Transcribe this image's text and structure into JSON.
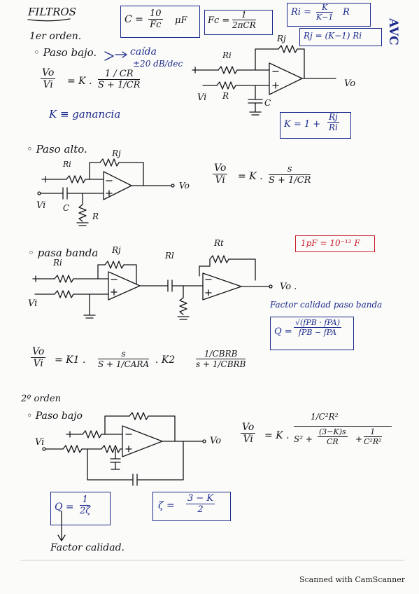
{
  "title": "FILTROS",
  "top_formulas": {
    "c": "C =",
    "c_num": "10",
    "c_den": "Fc",
    "c_unit": "μF",
    "fc": "Fc =",
    "fc_num": "1",
    "fc_den": "2πCR",
    "ri": "Ri =",
    "ri_num": "K",
    "ri_den": "K−1",
    "ri_tail": "R",
    "rj": "Rj = (K−1) Ri",
    "avc": "AVC"
  },
  "first_order": {
    "heading": "1er orden.",
    "lowpass": {
      "label": "◦ Paso bajo.",
      "note_line1": "caída",
      "note_line2": "±20 dB/dec",
      "tf_lhs_num": "Vo",
      "tf_lhs_den": "Vi",
      "tf_eq": "= K .",
      "tf_num": "1 / CR",
      "tf_den": "S + 1/CR",
      "k_def": "K ≡ ganancia",
      "k_formula": "K = 1 +",
      "k_num": "Rj",
      "k_den": "Ri",
      "circuit": {
        "rj": "Rj",
        "ri": "Ri",
        "r": "R",
        "c": "C",
        "vi": "Vi",
        "vo": "Vo"
      }
    },
    "highpass": {
      "label": "◦ Paso alto.",
      "tf_lhs_num": "Vo",
      "tf_lhs_den": "Vi",
      "tf_eq": "= K .",
      "tf_num": "s",
      "tf_den": "S + 1/CR",
      "circuit": {
        "rj": "Rj",
        "ri": "Ri",
        "r": "R",
        "c": "C",
        "vi": "Vi",
        "vo": "Vo"
      }
    },
    "bandpass": {
      "label": "◦ pasa banda",
      "pf_note": "1pF = 10⁻¹² F",
      "quality_title": "Factor calidad paso banda",
      "q_lhs": "Q =",
      "q_num": "√(fPB · fPA)",
      "q_den": "fPB − fPA",
      "tf_lhs_num": "Vo",
      "tf_lhs_den": "Vi",
      "tf_eq1": "= K1 .",
      "tf1_num": "s",
      "tf1_den": "S + 1/CARA",
      "tf_eq2": ". K2",
      "tf2_num": "1/CBRB",
      "tf2_den": "s + 1/CBRB",
      "circuit": {
        "rj": "Rj",
        "ri": "Ri",
        "rl": "Rl",
        "rt": "Rt",
        "vi": "Vi",
        "vo": "Vo ."
      }
    }
  },
  "second_order": {
    "heading": "2º orden",
    "lowpass": {
      "label": "◦ Paso bajo",
      "tf_lhs_num": "Vo",
      "tf_lhs_den": "Vi",
      "tf_eq": "= K .",
      "tf_num": "1/C²R²",
      "tf_den_a": "S² +",
      "tf_den_b_num": "(3−K)s",
      "tf_den_b_den": "CR",
      "tf_den_c": "+",
      "tf_den_d_num": "1",
      "tf_den_d_den": "C²R²",
      "circuit": {
        "vi": "Vi",
        "vo": "Vo"
      },
      "q_lhs": "Q =",
      "q_num": "1",
      "q_den": "2ζ",
      "zeta_lhs": "ζ =",
      "zeta_num": "3 − K",
      "zeta_den": "2",
      "quality_label": "Factor calidad."
    }
  },
  "footer": "Scanned with CamScanner",
  "colors": {
    "ink": "#15151a",
    "blue": "#1b2a8c",
    "red": "#c81e2c"
  }
}
